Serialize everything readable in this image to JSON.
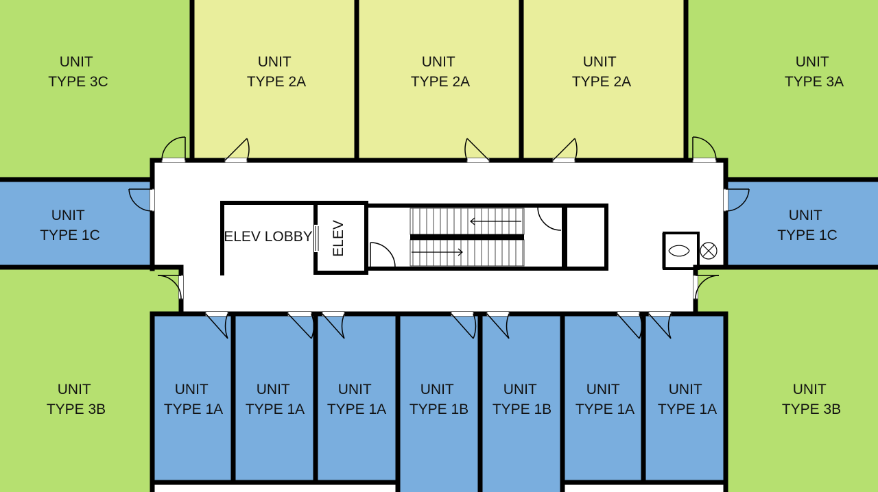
{
  "colors": {
    "type1": "#7aaede",
    "type2": "#e9ee9c",
    "type3": "#b6e070",
    "corridor": "#ffffff",
    "wall": "#000000",
    "line": "#444444"
  },
  "units": {
    "u3c": {
      "line1": "UNIT",
      "line2": "TYPE 3C"
    },
    "u2a_1": {
      "line1": "UNIT",
      "line2": "TYPE 2A"
    },
    "u2a_2": {
      "line1": "UNIT",
      "line2": "TYPE 2A"
    },
    "u2a_3": {
      "line1": "UNIT",
      "line2": "TYPE 2A"
    },
    "u3a": {
      "line1": "UNIT",
      "line2": "TYPE 3A"
    },
    "u1c_left": {
      "line1": "UNIT",
      "line2": "TYPE 1C"
    },
    "u1c_right": {
      "line1": "UNIT",
      "line2": "TYPE 1C"
    },
    "u3b_left": {
      "line1": "UNIT",
      "line2": "TYPE 3B"
    },
    "u3b_right": {
      "line1": "UNIT",
      "line2": "TYPE 3B"
    },
    "u1a_1": {
      "line1": "UNIT",
      "line2": "TYPE 1A"
    },
    "u1a_2": {
      "line1": "UNIT",
      "line2": "TYPE 1A"
    },
    "u1a_3": {
      "line1": "UNIT",
      "line2": "TYPE 1A"
    },
    "u1b_1": {
      "line1": "UNIT",
      "line2": "TYPE 1B"
    },
    "u1b_2": {
      "line1": "UNIT",
      "line2": "TYPE 1B"
    },
    "u1a_4": {
      "line1": "UNIT",
      "line2": "TYPE 1A"
    },
    "u1a_5": {
      "line1": "UNIT",
      "line2": "TYPE 1A"
    }
  },
  "core": {
    "elev_lobby": "ELEV LOBBY",
    "elev": "ELEV"
  }
}
